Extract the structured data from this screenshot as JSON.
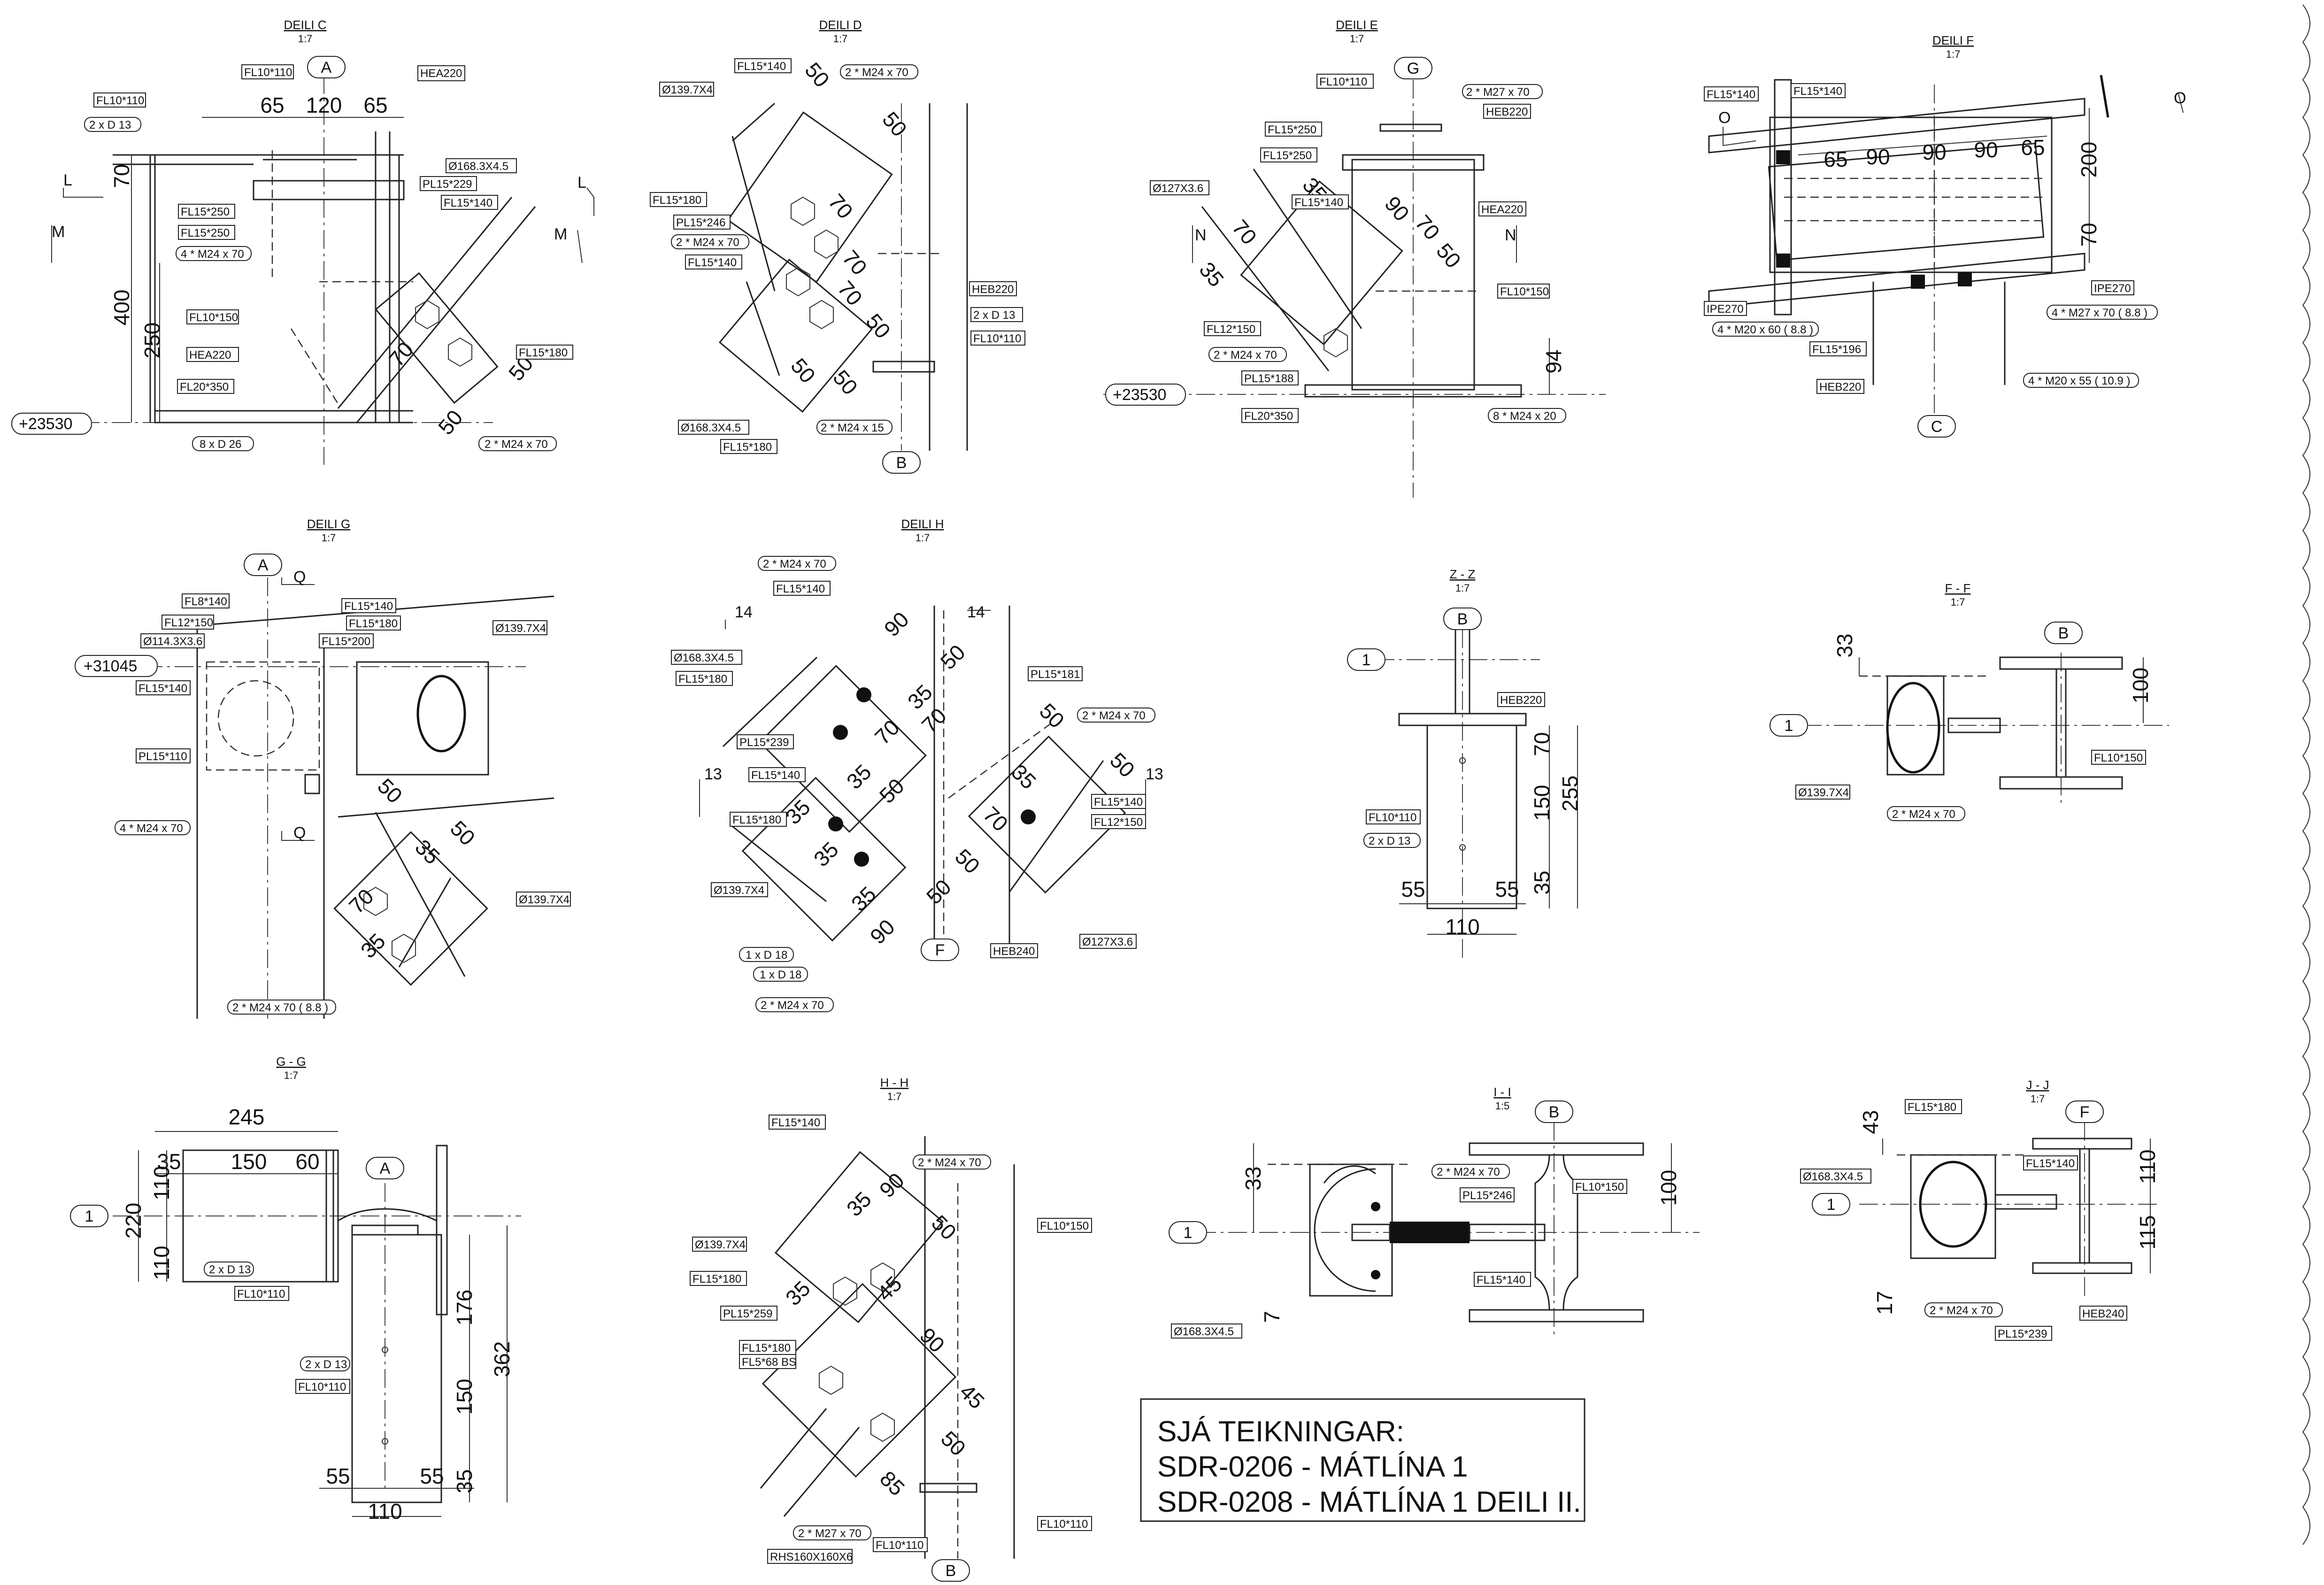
{
  "titles": [
    {
      "id": "c",
      "name": "DEILI   C",
      "scale": "1:7"
    },
    {
      "id": "d",
      "name": "DEILI   D",
      "scale": "1:7"
    },
    {
      "id": "e",
      "name": "DEILI   E",
      "scale": "1:7"
    },
    {
      "id": "f",
      "name": "DEILI   F",
      "scale": "1:7"
    },
    {
      "id": "g",
      "name": "DEILI   G",
      "scale": "1:7"
    },
    {
      "id": "h",
      "name": "DEILI   H",
      "scale": "1:7"
    },
    {
      "id": "zz",
      "name": "Z - Z",
      "scale": "1:7"
    },
    {
      "id": "ff",
      "name": "F - F",
      "scale": "1:7"
    },
    {
      "id": "gg",
      "name": "G - G",
      "scale": "1:7"
    },
    {
      "id": "hh",
      "name": "H - H",
      "scale": "1:7"
    },
    {
      "id": "ii",
      "name": "I - I",
      "scale": "1:5"
    },
    {
      "id": "jj",
      "name": "J - J",
      "scale": "1:7"
    }
  ],
  "grid_markers": [
    "A",
    "B",
    "G",
    "C",
    "A",
    "B",
    "1",
    "B",
    "1",
    "A",
    "1",
    "B",
    "1",
    "F",
    "1",
    "B",
    "F"
  ],
  "section_letters": [
    "L",
    "L",
    "M",
    "M",
    "N",
    "N",
    "O",
    "O",
    "Q",
    "Q",
    "14",
    "14",
    "13",
    "13"
  ],
  "levels": [
    "+23530",
    "+23530",
    "+31045"
  ],
  "dims": {
    "c": [
      "65",
      "120",
      "65",
      "70",
      "400",
      "250",
      "70",
      "50",
      "50"
    ],
    "d": [
      "50",
      "50",
      "70",
      "70",
      "70",
      "50",
      "50",
      "50"
    ],
    "e": [
      "35",
      "70",
      "35",
      "90",
      "70",
      "50",
      "94"
    ],
    "f": [
      "65",
      "90",
      "90",
      "90",
      "65",
      "200",
      "70"
    ],
    "g": [
      "50",
      "35",
      "50",
      "70",
      "35"
    ],
    "h": [
      "90",
      "50",
      "35",
      "70",
      "70",
      "35",
      "35",
      "50",
      "35",
      "35",
      "90",
      "50",
      "50",
      "35",
      "70",
      "50",
      "50"
    ],
    "zz": [
      "70",
      "150",
      "255",
      "35",
      "55",
      "55",
      "110"
    ],
    "ff": [
      "33",
      "100"
    ],
    "gg": [
      "245",
      "35",
      "150",
      "60",
      "110",
      "220",
      "110",
      "176",
      "362",
      "150",
      "55",
      "55",
      "35",
      "110"
    ],
    "hh": [
      "35",
      "90",
      "50",
      "35",
      "45",
      "90",
      "45",
      "50",
      "85"
    ],
    "ii": [
      "33",
      "100",
      "7"
    ],
    "jj": [
      "43",
      "110",
      "115",
      "17"
    ]
  },
  "labels": {
    "c": [
      "FL10*110",
      "2 x D 13",
      "FL10*110",
      "HEA220",
      "Ø168.3X4.5",
      "PL15*229",
      "FL15*140",
      "FL15*250",
      "FL15*250",
      "4 * M24 x 70",
      "FL10*150",
      "HEA220",
      "FL20*350",
      "8 x D 26",
      "FL15*180",
      "2 * M24 x 70"
    ],
    "d": [
      "FL15*140",
      "2 * M24 x 70",
      "Ø139.7X4",
      "FL15*180",
      "PL15*246",
      "2 * M24 x 70",
      "FL15*140",
      "HEB220",
      "2 x D 13",
      "FL10*110",
      "Ø168.3X4.5",
      "FL15*180",
      "2 * M24 x 15"
    ],
    "e": [
      "FL10*110",
      "2 * M27 x 70",
      "HEB220",
      "FL15*250",
      "FL15*250",
      "Ø127X3.6",
      "FL15*140",
      "HEA220",
      "FL10*150",
      "FL12*150",
      "2 * M24 x 70",
      "PL15*188",
      "FL20*350",
      "8 * M24 x 20"
    ],
    "f": [
      "FL15*140",
      "FL15*140",
      "IPE270",
      "IPE270",
      "4 * M27 x 70 ( 8.8 )",
      "4 * M20 x 60 ( 8.8 )",
      "FL15*196",
      "HEB220",
      "4 * M20 x 55 ( 10.9 )"
    ],
    "g": [
      "FL8*140",
      "FL12*150",
      "Ø114.3X3.6",
      "FL15*140",
      "FL15*180",
      "FL15*200",
      "Ø139.7X4",
      "FL15*140",
      "PL15*110",
      "4 * M24 x 70",
      "Ø139.7X4",
      "2 * M24 x 70 ( 8.8 )"
    ],
    "h": [
      "2 * M24 x 70",
      "FL15*140",
      "Ø168.3X4.5",
      "FL15*180",
      "PL15*239",
      "PL15*181",
      "2 * M24 x 70",
      "FL15*140",
      "FL15*180",
      "FL15*140",
      "FL12*150",
      "Ø139.7X4",
      "HEB240",
      "Ø127X3.6",
      "1 x D 18",
      "1 x D 18",
      "2 * M24 x 70"
    ],
    "zz": [
      "HEB220",
      "FL10*110",
      "2 x D 13"
    ],
    "ff": [
      "FL10*150",
      "Ø139.7X4",
      "2 * M24 x 70"
    ],
    "gg": [
      "2 x D 13",
      "FL10*110",
      "2 x D 13",
      "FL10*110"
    ],
    "hh": [
      "FL15*140",
      "2 * M24 x 70",
      "FL10*150",
      "Ø139.7X4",
      "FL15*180",
      "PL15*259",
      "FL15*180",
      "FL5*68 BS",
      "2 * M27 x 70",
      "RHS160X160X6",
      "FL10*110",
      "FL10*110"
    ],
    "ii": [
      "2 * M24 x 70",
      "PL15*246",
      "FL10*150",
      "FL15*140",
      "Ø168.3X4.5"
    ],
    "jj": [
      "FL15*180",
      "FL15*140",
      "Ø168.3X4.5",
      "2 * M24 x 70",
      "PL15*239",
      "HEB240"
    ]
  },
  "note": {
    "line1": "SJÁ TEIKNINGAR:",
    "line2": "SDR-0206 - MÁTLÍNA 1",
    "line3": "SDR-0208 - MÁTLÍNA 1 DEILI II."
  }
}
